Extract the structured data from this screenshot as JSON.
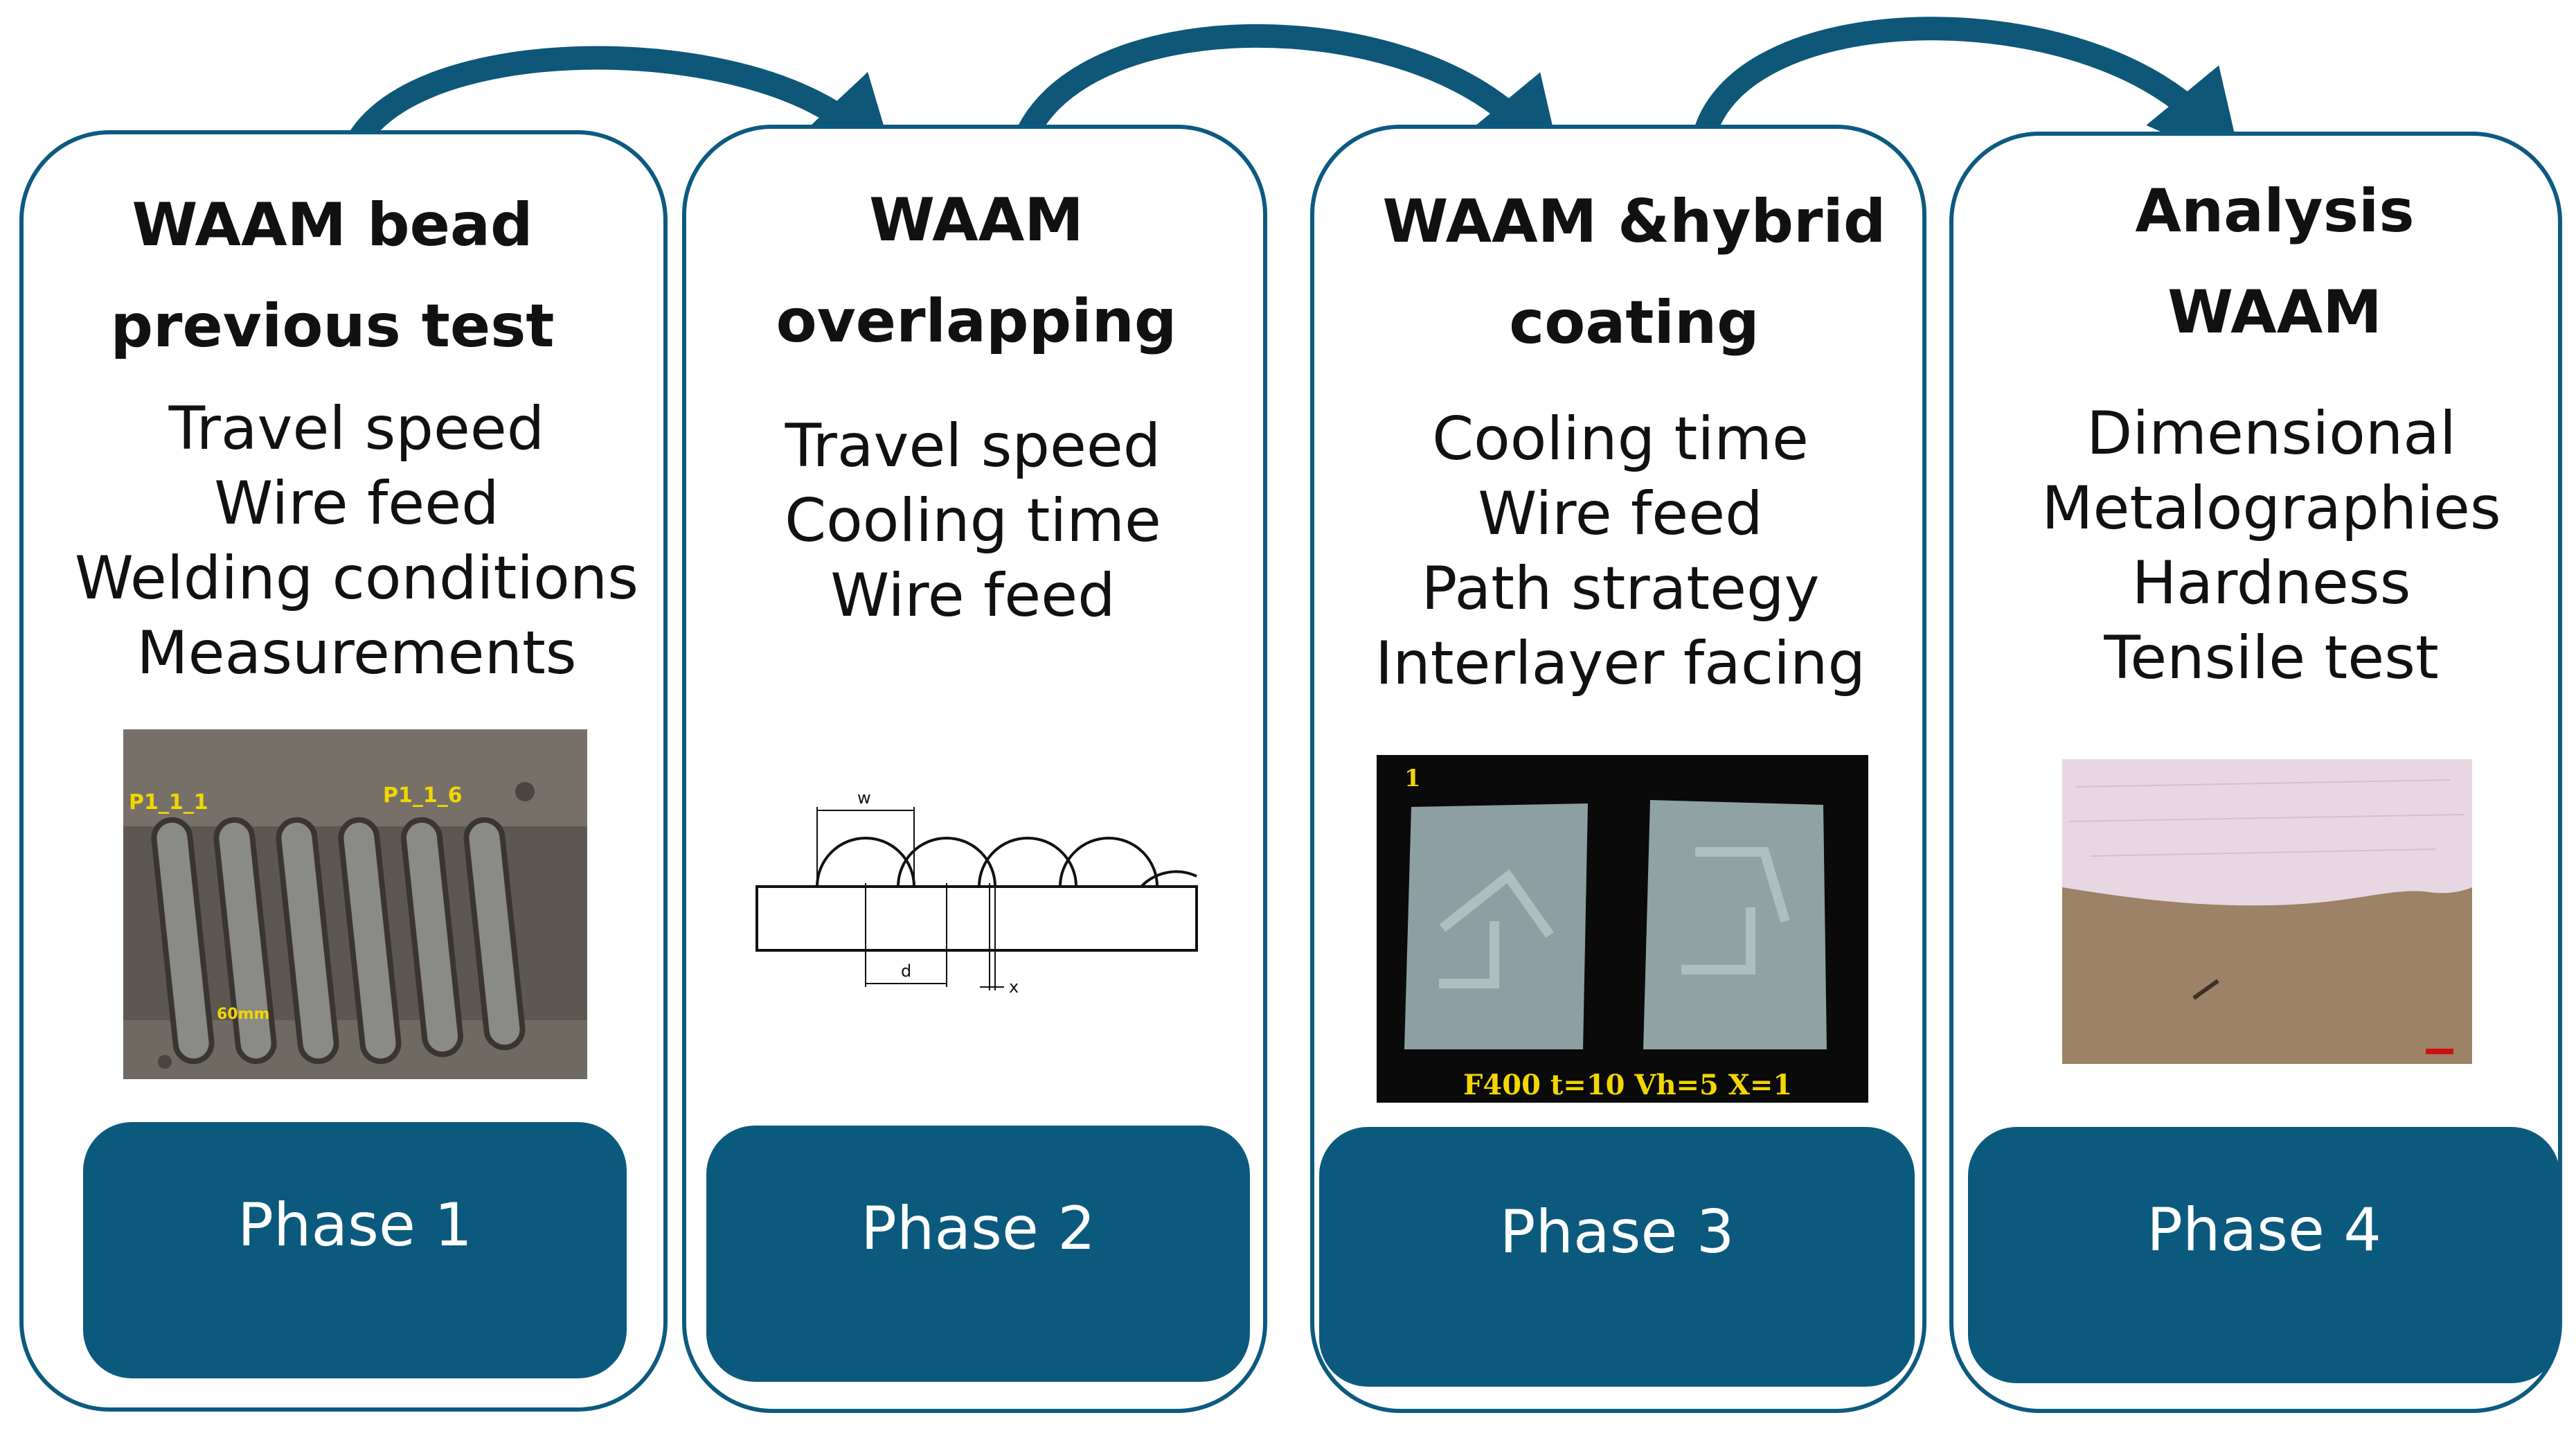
{
  "colors": {
    "border": "#0d5a80",
    "phase_fill": "#0b5a7e",
    "arrow": "#0e5778"
  },
  "phases": [
    {
      "title": [
        "WAAM bead",
        "previous test"
      ],
      "items": [
        "Travel speed",
        "Wire feed",
        "Welding conditions",
        "Measurements"
      ],
      "label": "Phase 1",
      "image": {
        "labels": [
          "P1_1_1",
          "P1_1_6",
          "60mm"
        ]
      }
    },
    {
      "title": [
        "WAAM",
        "overlapping"
      ],
      "items": [
        "Travel speed",
        "Cooling time",
        "Wire feed"
      ],
      "label": "Phase 2",
      "image": {
        "labels": [
          "w",
          "d",
          "x"
        ]
      }
    },
    {
      "title": [
        "WAAM &hybrid",
        "coating"
      ],
      "items": [
        "Cooling time",
        "Wire feed",
        "Path strategy",
        "Interlayer facing"
      ],
      "label": "Phase 3",
      "image": {
        "labels": [
          "1",
          "F400 t=10 Vh=5 X=1"
        ]
      }
    },
    {
      "title": [
        "Analysis",
        "WAAM"
      ],
      "items": [
        "Dimensional",
        "Metalographies",
        "Hardness",
        "Tensile test"
      ],
      "label": "Phase 4",
      "image": {
        "labels": []
      }
    }
  ]
}
